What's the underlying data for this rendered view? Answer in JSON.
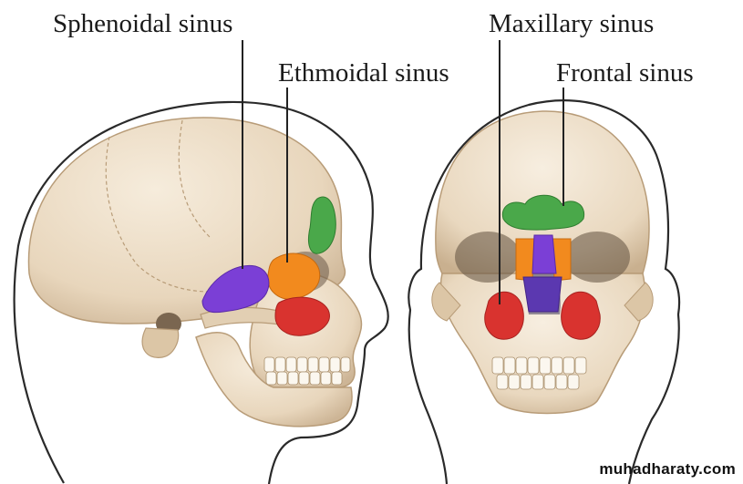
{
  "labels": {
    "sphenoidal": "Sphenoidal sinus",
    "ethmoidal": "Ethmoidal sinus",
    "maxillary": "Maxillary sinus",
    "frontal": "Frontal sinus"
  },
  "watermark": "muhadharaty.com",
  "colors": {
    "sphenoidal": "#7b3fd6",
    "ethmoidal": "#f28a1e",
    "maxillary": "#d9332f",
    "frontal": "#4aa84a",
    "bone": "#ecdcc5",
    "outline": "#222222"
  }
}
